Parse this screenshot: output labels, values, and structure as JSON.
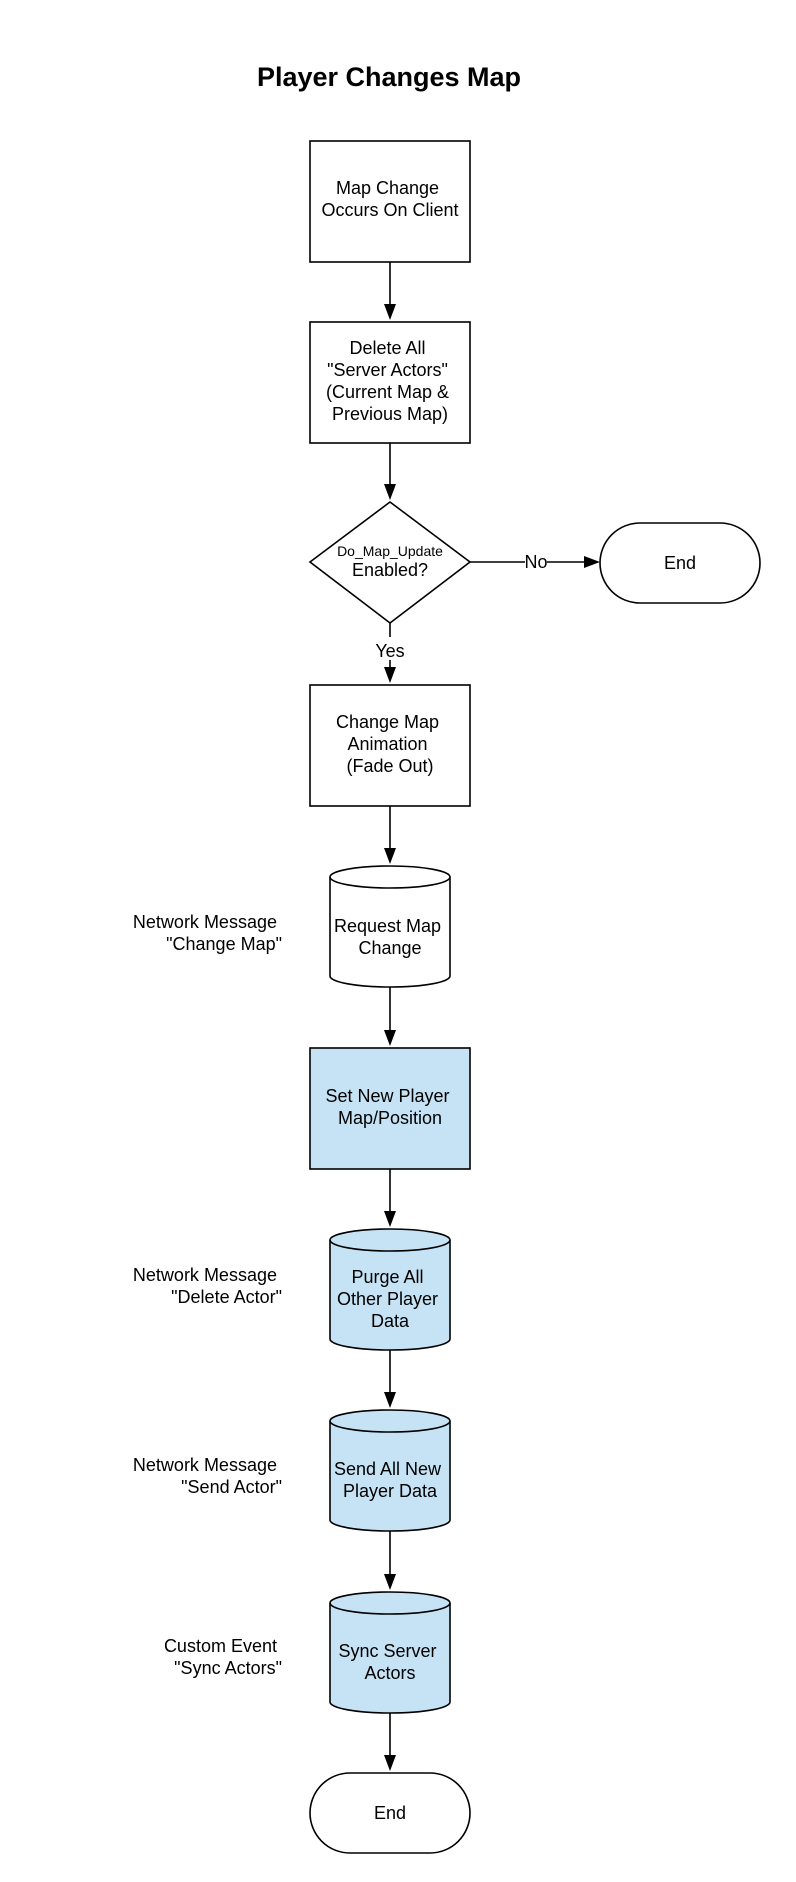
{
  "title": "Player Changes Map",
  "colors": {
    "white_fill": "#ffffff",
    "blue_fill": "#c5e3f5",
    "stroke": "#000000"
  },
  "nodes": {
    "map_change": {
      "lines": [
        "Map Change",
        "Occurs On Client"
      ]
    },
    "delete_all": {
      "lines": [
        "Delete All",
        "\"Server Actors\"",
        "(Current Map &",
        "Previous Map)"
      ]
    },
    "decision": {
      "line_small": "Do_Map_Update",
      "line_main": "Enabled?"
    },
    "end_right": {
      "label": "End"
    },
    "change_anim": {
      "lines": [
        "Change Map",
        "Animation",
        "(Fade Out)"
      ]
    },
    "request_change": {
      "lines": [
        "Request Map",
        "Change"
      ]
    },
    "set_position": {
      "lines": [
        "Set New Player",
        "Map/Position"
      ]
    },
    "purge_data": {
      "lines": [
        "Purge All",
        "Other Player",
        "Data"
      ]
    },
    "send_data": {
      "lines": [
        "Send All New",
        "Player Data"
      ]
    },
    "sync_actors": {
      "lines": [
        "Sync Server",
        "Actors"
      ]
    },
    "end_bottom": {
      "label": "End"
    }
  },
  "edge_labels": {
    "no": "No",
    "yes": "Yes"
  },
  "annotations": [
    {
      "lines": [
        "Network Message",
        "\"Change Map\""
      ]
    },
    {
      "lines": [
        "Network Message",
        "\"Delete Actor\""
      ]
    },
    {
      "lines": [
        "Network Message",
        "\"Send Actor\""
      ]
    },
    {
      "lines": [
        "Custom Event",
        "\"Sync Actors\""
      ]
    }
  ]
}
